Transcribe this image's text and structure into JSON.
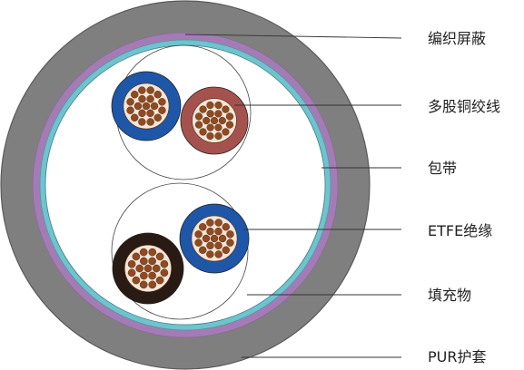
{
  "labels": {
    "braid_shield": "编织屏蔽",
    "stranded_copper": "多股铜绞线",
    "wrapping_tape": "包带",
    "etfe_insulation": "ETFE绝缘",
    "filler": "填充物",
    "pur_jacket": "PUR护套"
  },
  "colors": {
    "jacket": "#7f7f7f",
    "jacket_edge": "#5a5a5a",
    "braid_shield": "#a57bb5",
    "wrapping_tape": "#6fc3cc",
    "filler": "#ffffff",
    "copper": "#8f4a22",
    "wire_blue": "#1e56a8",
    "wire_red": "#a5524e",
    "wire_black": "#2a1a14",
    "leader_line": "#333333"
  },
  "cores": [
    {
      "name": "core-blue-top",
      "insulation": "wire_blue"
    },
    {
      "name": "core-red-top",
      "insulation": "wire_red"
    },
    {
      "name": "core-blue-bottom",
      "insulation": "wire_blue"
    },
    {
      "name": "core-black-bottom",
      "insulation": "wire_black"
    }
  ]
}
